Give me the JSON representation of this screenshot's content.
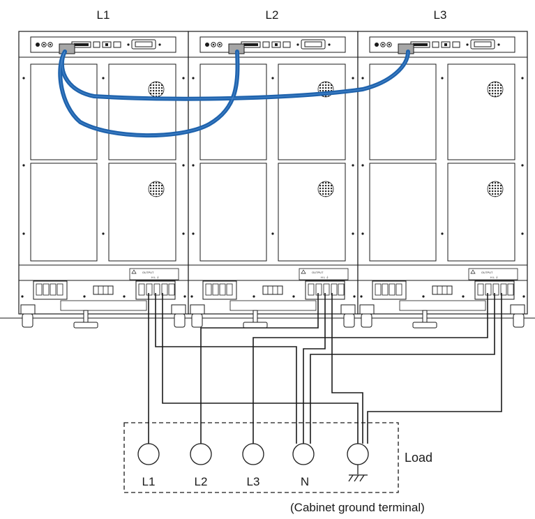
{
  "units": {
    "L1": {
      "label": "L1"
    },
    "L2": {
      "label": "L2"
    },
    "L3": {
      "label": "L3"
    }
  },
  "panel": {
    "output_label": "OUTPUT",
    "terminal_marks": "H  L  ⏚"
  },
  "load": {
    "label": "Load",
    "terminals": {
      "t1": "L1",
      "t2": "L2",
      "t3": "L3",
      "n": "N"
    },
    "ground_note": "(Cabinet ground terminal)"
  },
  "colors": {
    "cable": "#1f63ad",
    "line": "#1a1a1a",
    "cable_highlight": "#5b98d8"
  }
}
